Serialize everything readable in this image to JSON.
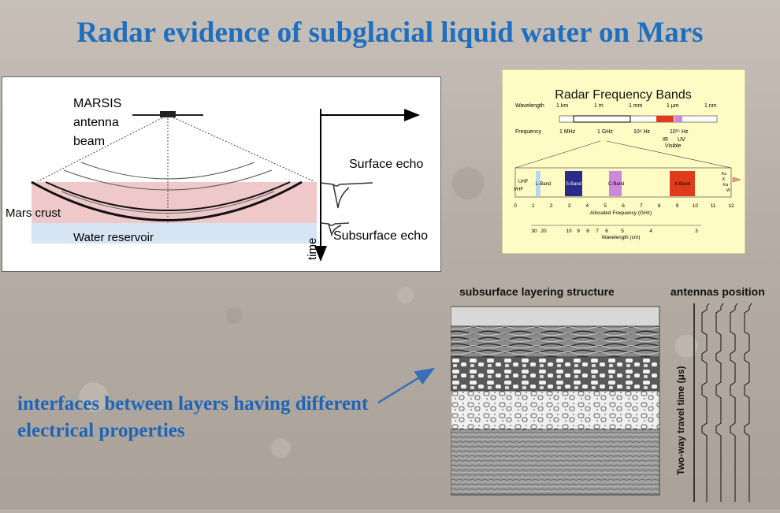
{
  "title": "Radar evidence of subglacial liquid water on Mars",
  "caption": "interfaces between layers having different electrical properties",
  "marsis_diagram": {
    "antenna_label_1": "MARSIS",
    "antenna_label_2": "antenna",
    "antenna_label_3": "beam",
    "crust_label": "Mars crust",
    "water_label": "Water reservoir",
    "surface_echo": "Surface echo",
    "subsurface_echo": "Subsurface echo",
    "time_label": "time"
  },
  "frequency_bands": {
    "title": "Radar Frequency Bands",
    "wavelength_label": "Wavelength",
    "wavelength_ticks": [
      "1 km",
      "1 m",
      "1 mm",
      "1 μm",
      "1 nm"
    ],
    "frequency_label": "Frequency",
    "frequency_ticks": [
      "1 MHz",
      "1 GHz",
      "10⁶ Hz",
      "10¹⁵ Hz"
    ],
    "ir_label": "IR",
    "uv_label": "UV",
    "visible_label": "Visible",
    "bands": [
      "UHF",
      "VHF",
      "L-Band",
      "S-Band",
      "C-Band",
      "X-Band",
      "Ku",
      "K",
      "Ka",
      "W"
    ],
    "ghz_ticks": [
      "0",
      "1",
      "2",
      "3",
      "4",
      "5",
      "6",
      "7",
      "8",
      "9",
      "10",
      "11",
      "12"
    ],
    "ghz_axis_label": "Allocated Frequency (GHz)",
    "cm_ticks": [
      "30",
      "20",
      "10",
      "9",
      "8",
      "7",
      "6",
      "5",
      "4",
      "3"
    ],
    "cm_axis_label": "Wavelength (cm)"
  },
  "layering": {
    "left_title": "subsurface layering structure",
    "right_title": "antennas position",
    "y_axis_label": "Two-way travel time (μs)"
  },
  "colors": {
    "title": "#1f6fc1",
    "caption": "#1e65b8",
    "crust": "#efc9c9",
    "water": "#d6e4f3",
    "s_band": "#2a2a8a",
    "c_band": "#cc88dd",
    "x_band": "#e03c1c",
    "l_band": "#b8d8e8"
  }
}
